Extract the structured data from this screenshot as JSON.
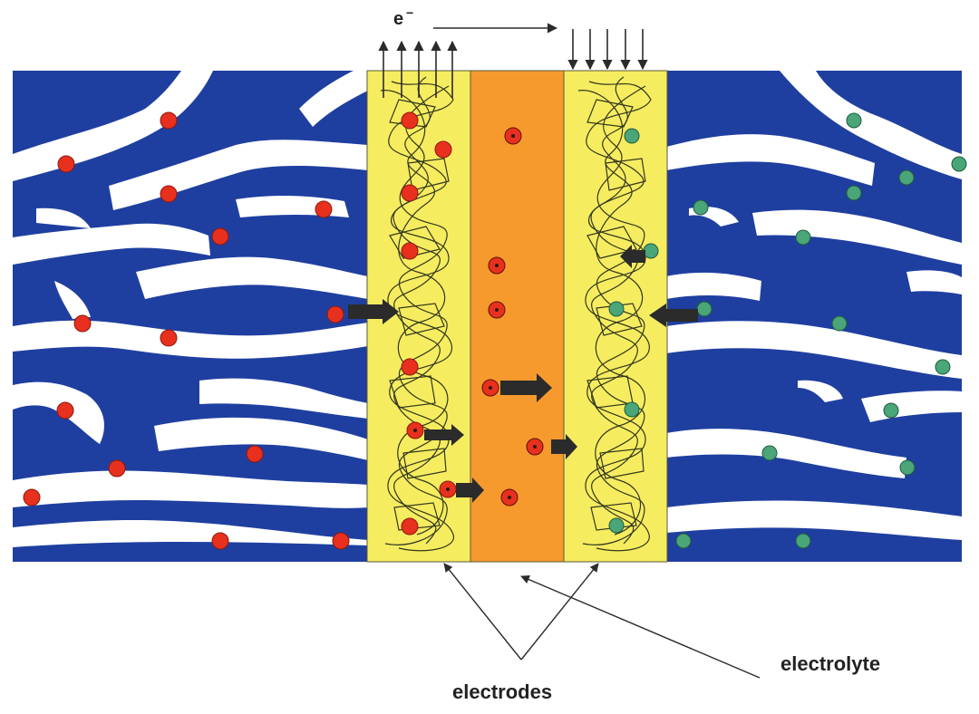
{
  "labels": {
    "electron": "e",
    "electron_sup": "−",
    "electrodes": "electrodes",
    "electrolyte": "electrolyte"
  },
  "colors": {
    "porous_substrate": "#1f3fa0",
    "electrode_layer": "#f6ec60",
    "electrolyte_layer": "#f79a2e",
    "cation": "#e8301e",
    "anion": "#4aa579",
    "arrow": "#2b2b2b",
    "fiber": "#33381e"
  },
  "icons": {
    "electron_flow": "arrow-right",
    "current_in": "arrow-down",
    "current_out": "arrow-up",
    "ion_motion": "block-arrow-right"
  }
}
